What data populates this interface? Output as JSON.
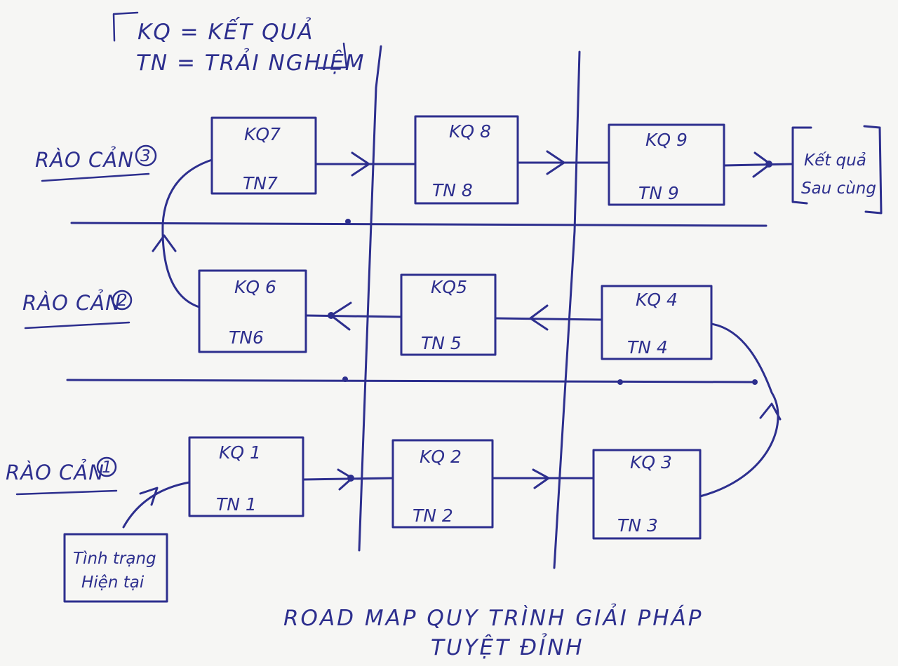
{
  "legend": {
    "line1": "KQ = KẾT QUẢ",
    "line2": "TN = TRẢI NGHIỆM"
  },
  "barriers": [
    {
      "label": "RÀO CẢN",
      "num": "3"
    },
    {
      "label": "RÀO CẢN",
      "num": "2"
    },
    {
      "label": "RÀO CẢN",
      "num": "1"
    }
  ],
  "boxes": [
    {
      "kq": "KQ 1",
      "tn": "TN 1"
    },
    {
      "kq": "KQ 2",
      "tn": "TN 2"
    },
    {
      "kq": "KQ 3",
      "tn": "TN 3"
    },
    {
      "kq": "KQ 4",
      "tn": "TN 4"
    },
    {
      "kq": "KQ5",
      "tn": "TN 5"
    },
    {
      "kq": "KQ 6",
      "tn": "TN6"
    },
    {
      "kq": "KQ7",
      "tn": "TN7"
    },
    {
      "kq": "KQ 8",
      "tn": "TN 8"
    },
    {
      "kq": "KQ 9",
      "tn": "TN 9"
    }
  ],
  "start": {
    "line1": "Tình trạng",
    "line2": "Hiện tại"
  },
  "end": {
    "line1": "Kết quả",
    "line2": "Sau cùng"
  },
  "title": {
    "line1": "ROAD MAP QUY TRÌNH GIẢI PHÁP",
    "line2": "TUYỆT ĐỈNH"
  },
  "ink_color": "#2d2f8e",
  "paper_color": "#f6f6f4"
}
